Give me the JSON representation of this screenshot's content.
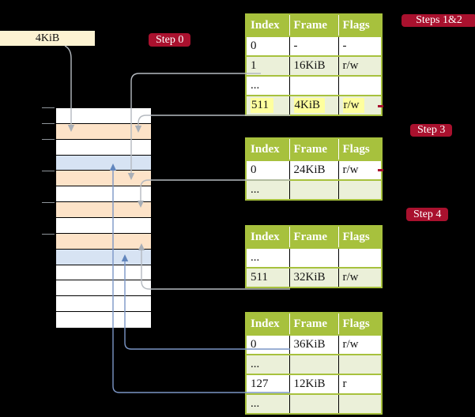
{
  "colors": {
    "background": "#000000",
    "badge_red": "#a9112e",
    "table_header_green": "#a7c13d",
    "table_row_green": "#ebf0d9",
    "highlight_yellow": "#feff9e",
    "mem_orange": "#fde3c8",
    "mem_blue": "#d7e3f3",
    "mem_white": "#ffffff",
    "box_cream": "#fdf3d2",
    "gray_line": "#b5bac0",
    "blue_line": "#7b96c6",
    "gray_arrow": "#a9afb7",
    "blue_arrow": "#6286bd",
    "tick_gray": "#8f959b"
  },
  "size_box": {
    "label": "4KiB"
  },
  "badges": {
    "step0": "Step 0",
    "steps12": "Steps 1&2",
    "step3": "Step 3",
    "step4": "Step 4"
  },
  "memory": {
    "rows": [
      "white",
      "orange",
      "white",
      "blue",
      "orange",
      "white",
      "orange",
      "white",
      "orange",
      "blue",
      "white",
      "white",
      "white",
      "white"
    ]
  },
  "tables": [
    {
      "name": "page-table-steps-1-2",
      "headers": [
        "Index",
        "Frame",
        "Flags"
      ],
      "rows": [
        {
          "cells": [
            "0",
            "-",
            "-"
          ],
          "shaded": false,
          "highlight": false
        },
        {
          "cells": [
            "1",
            "16KiB",
            "r/w"
          ],
          "shaded": true,
          "highlight": false
        },
        {
          "cells": [
            "...",
            "",
            ""
          ],
          "shaded": false,
          "highlight": false
        },
        {
          "cells": [
            "511",
            "4KiB",
            "r/w"
          ],
          "shaded": true,
          "highlight": true
        }
      ]
    },
    {
      "name": "page-table-step-3",
      "headers": [
        "Index",
        "Frame",
        "Flags"
      ],
      "rows": [
        {
          "cells": [
            "0",
            "24KiB",
            "r/w"
          ],
          "shaded": false,
          "highlight": false
        },
        {
          "cells": [
            "...",
            "",
            ""
          ],
          "shaded": true,
          "highlight": false
        }
      ]
    },
    {
      "name": "page-table-step-4-upper",
      "headers": [
        "Index",
        "Frame",
        "Flags"
      ],
      "rows": [
        {
          "cells": [
            "...",
            "",
            ""
          ],
          "shaded": false,
          "highlight": false
        },
        {
          "cells": [
            "511",
            "32KiB",
            "r/w"
          ],
          "shaded": true,
          "highlight": false
        }
      ]
    },
    {
      "name": "page-table-step-4-lower",
      "headers": [
        "Index",
        "Frame",
        "Flags"
      ],
      "rows": [
        {
          "cells": [
            "0",
            "36KiB",
            "r/w"
          ],
          "shaded": false,
          "highlight": false
        },
        {
          "cells": [
            "...",
            "",
            ""
          ],
          "shaded": true,
          "highlight": false
        },
        {
          "cells": [
            "127",
            "12KiB",
            "r"
          ],
          "shaded": false,
          "highlight": false
        },
        {
          "cells": [
            "...",
            "",
            ""
          ],
          "shaded": true,
          "highlight": false
        }
      ]
    }
  ]
}
